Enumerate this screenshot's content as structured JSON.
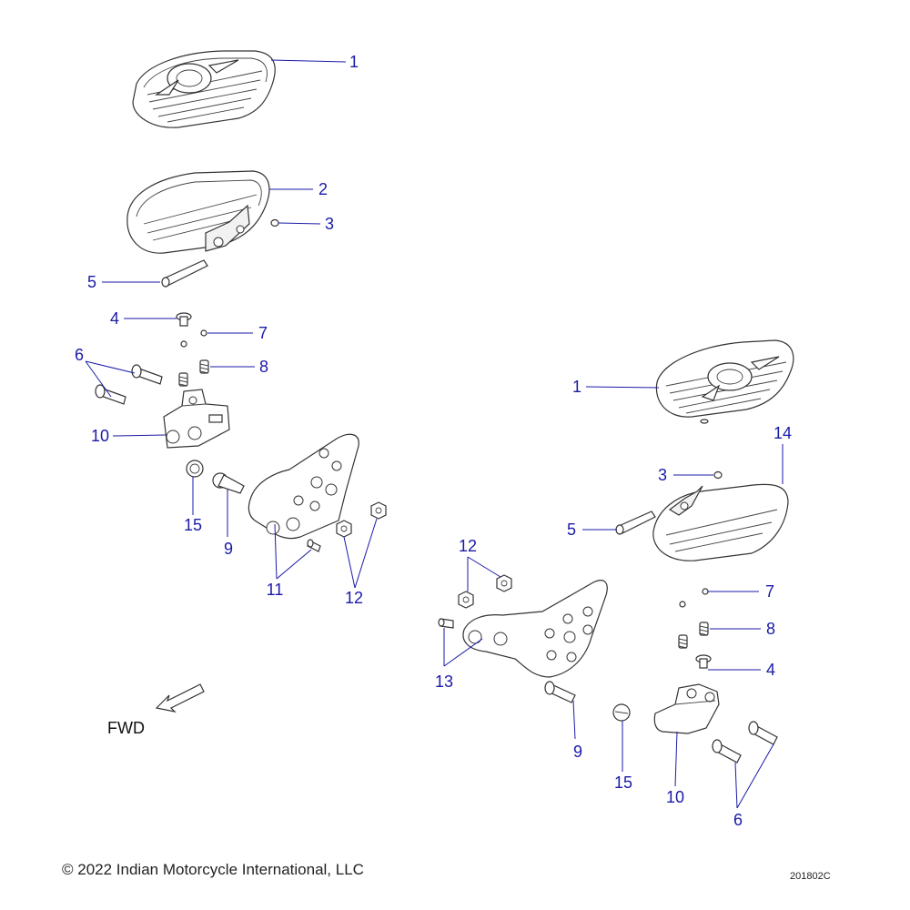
{
  "callouts": {
    "left": {
      "c1": "1",
      "c2": "2",
      "c3": "3",
      "c5": "5",
      "c4": "4",
      "c7": "7",
      "c6": "6",
      "c8": "8",
      "c10": "10",
      "c15": "15",
      "c9": "9",
      "c11": "11",
      "c12": "12"
    },
    "right": {
      "c1": "1",
      "c14": "14",
      "c3": "3",
      "c5": "5",
      "c12": "12",
      "c7": "7",
      "c8": "8",
      "c13": "13",
      "c4": "4",
      "c9": "9",
      "c15": "15",
      "c10": "10",
      "c6": "6"
    }
  },
  "direction_label": "FWD",
  "footer": {
    "copyright": "© 2022 Indian Motorcycle International, LLC",
    "drawing_id": "201802C"
  },
  "colors": {
    "callout": "#1a1aa8",
    "outline": "#333333"
  }
}
